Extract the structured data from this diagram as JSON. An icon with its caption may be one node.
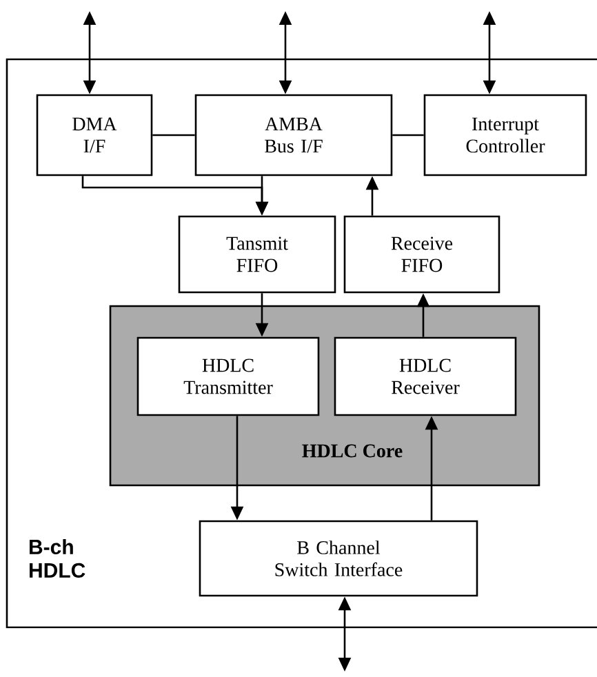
{
  "diagram": {
    "nodes": [
      {
        "text": [
          "B-ch HDLC"
        ]
      },
      {
        "text": [
          "DMA I/F"
        ],
        "in": 0
      },
      {
        "text": [
          "AMBA Bus I/F"
        ],
        "in": 0
      },
      {
        "text": [
          "Interrupt Controller"
        ],
        "in": 0
      },
      {
        "text": [
          "Tansmit FIFO"
        ],
        "in": 0
      },
      {
        "text": [
          "Receive FIFO"
        ],
        "in": 0
      },
      {
        "text": [
          "HDLC Core"
        ],
        "in": 0
      },
      {
        "text": [
          "HDLC Transmitter"
        ],
        "in": 6
      },
      {
        "text": [
          "HDLC Receiver"
        ],
        "in": 6
      },
      {
        "text": [
          "B Channel Switch Interface"
        ],
        "in": 0
      }
    ],
    "edges": [
      {
        "from": null,
        "to": 1,
        "arrow": "both"
      },
      {
        "from": null,
        "to": 2,
        "arrow": "both"
      },
      {
        "from": null,
        "to": 3,
        "arrow": "both"
      },
      {
        "from": 1,
        "to": 2,
        "arrow": "none"
      },
      {
        "from": 2,
        "to": 3,
        "arrow": "none"
      },
      {
        "from": 1,
        "to": 4,
        "arrow": "to"
      },
      {
        "from": 2,
        "to": 4,
        "arrow": "to"
      },
      {
        "from": 5,
        "to": 2,
        "arrow": "to"
      },
      {
        "from": 4,
        "to": 7,
        "arrow": "to"
      },
      {
        "from": 8,
        "to": 5,
        "arrow": "to"
      },
      {
        "from": 7,
        "to": 9,
        "arrow": "to"
      },
      {
        "from": 9,
        "to": 8,
        "arrow": "to"
      },
      {
        "from": 9,
        "to": null,
        "arrow": "both"
      }
    ]
  }
}
